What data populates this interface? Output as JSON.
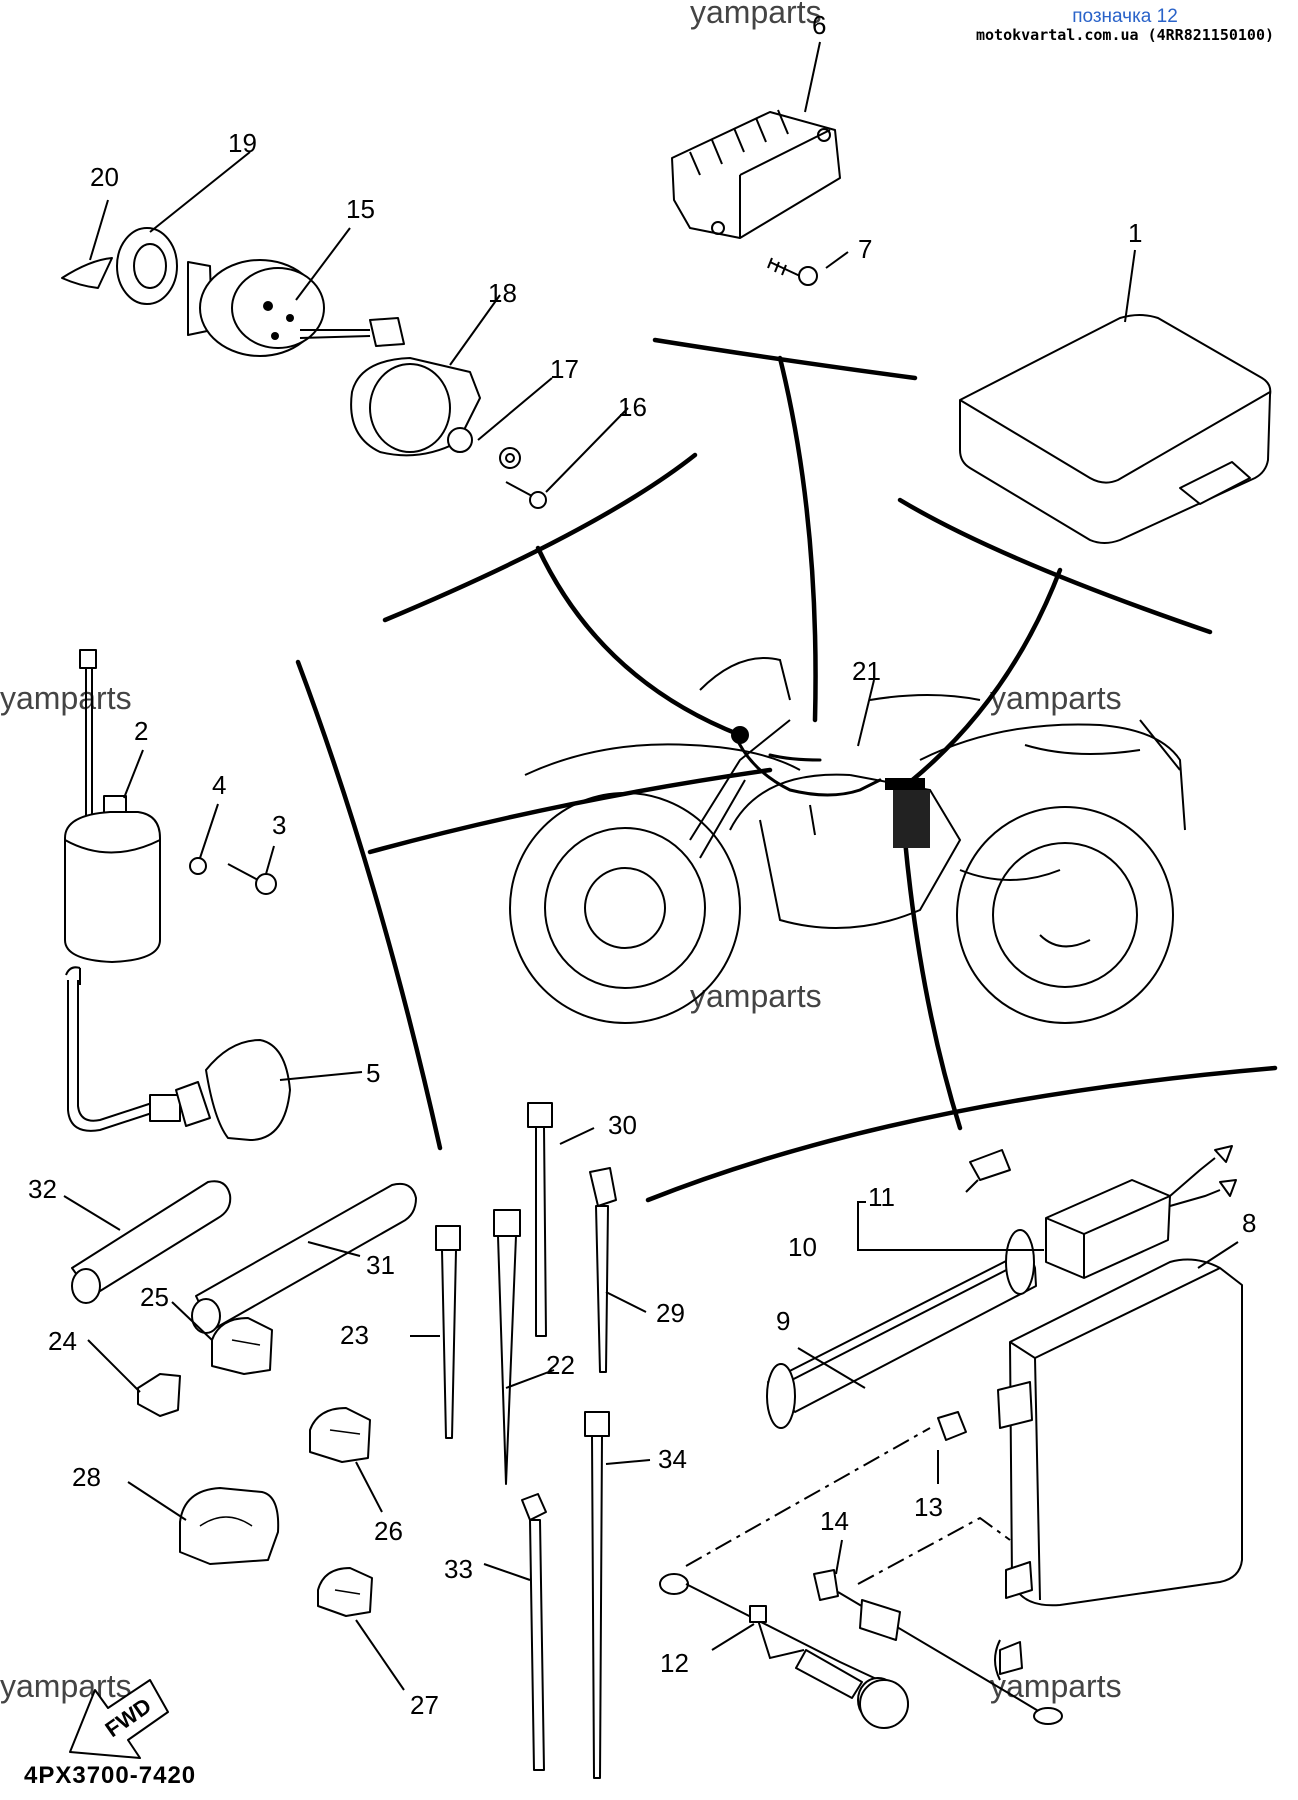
{
  "header": {
    "link_text": "позначка 12",
    "source": "motokvartal.com.ua (4RR821150100)"
  },
  "watermark": "yamparts",
  "footer_code": "4PX3700-7420",
  "fwd_label": "FWD",
  "callouts": [
    "1",
    "2",
    "3",
    "4",
    "5",
    "6",
    "7",
    "8",
    "9",
    "10",
    "11",
    "12",
    "13",
    "14",
    "15",
    "16",
    "17",
    "18",
    "19",
    "20",
    "21",
    "22",
    "23",
    "24",
    "25",
    "26",
    "27",
    "28",
    "29",
    "30",
    "31",
    "32",
    "33",
    "34"
  ]
}
